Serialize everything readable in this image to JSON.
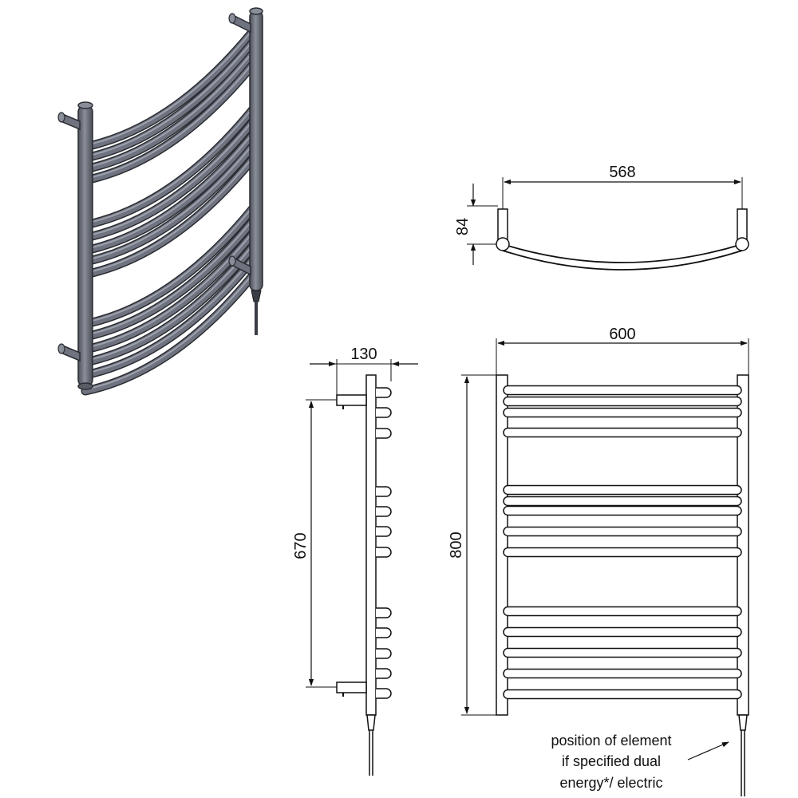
{
  "dimensions": {
    "top_width": "568",
    "top_depth": "84",
    "projection": "130",
    "centres": "670",
    "width": "600",
    "height": "800"
  },
  "note_lines": [
    "position of element",
    "if specified dual",
    "energy*/ electric"
  ],
  "colors": {
    "iso_fill": "#6f7380",
    "iso_stroke": "#2b2d33",
    "line": "#111111"
  }
}
